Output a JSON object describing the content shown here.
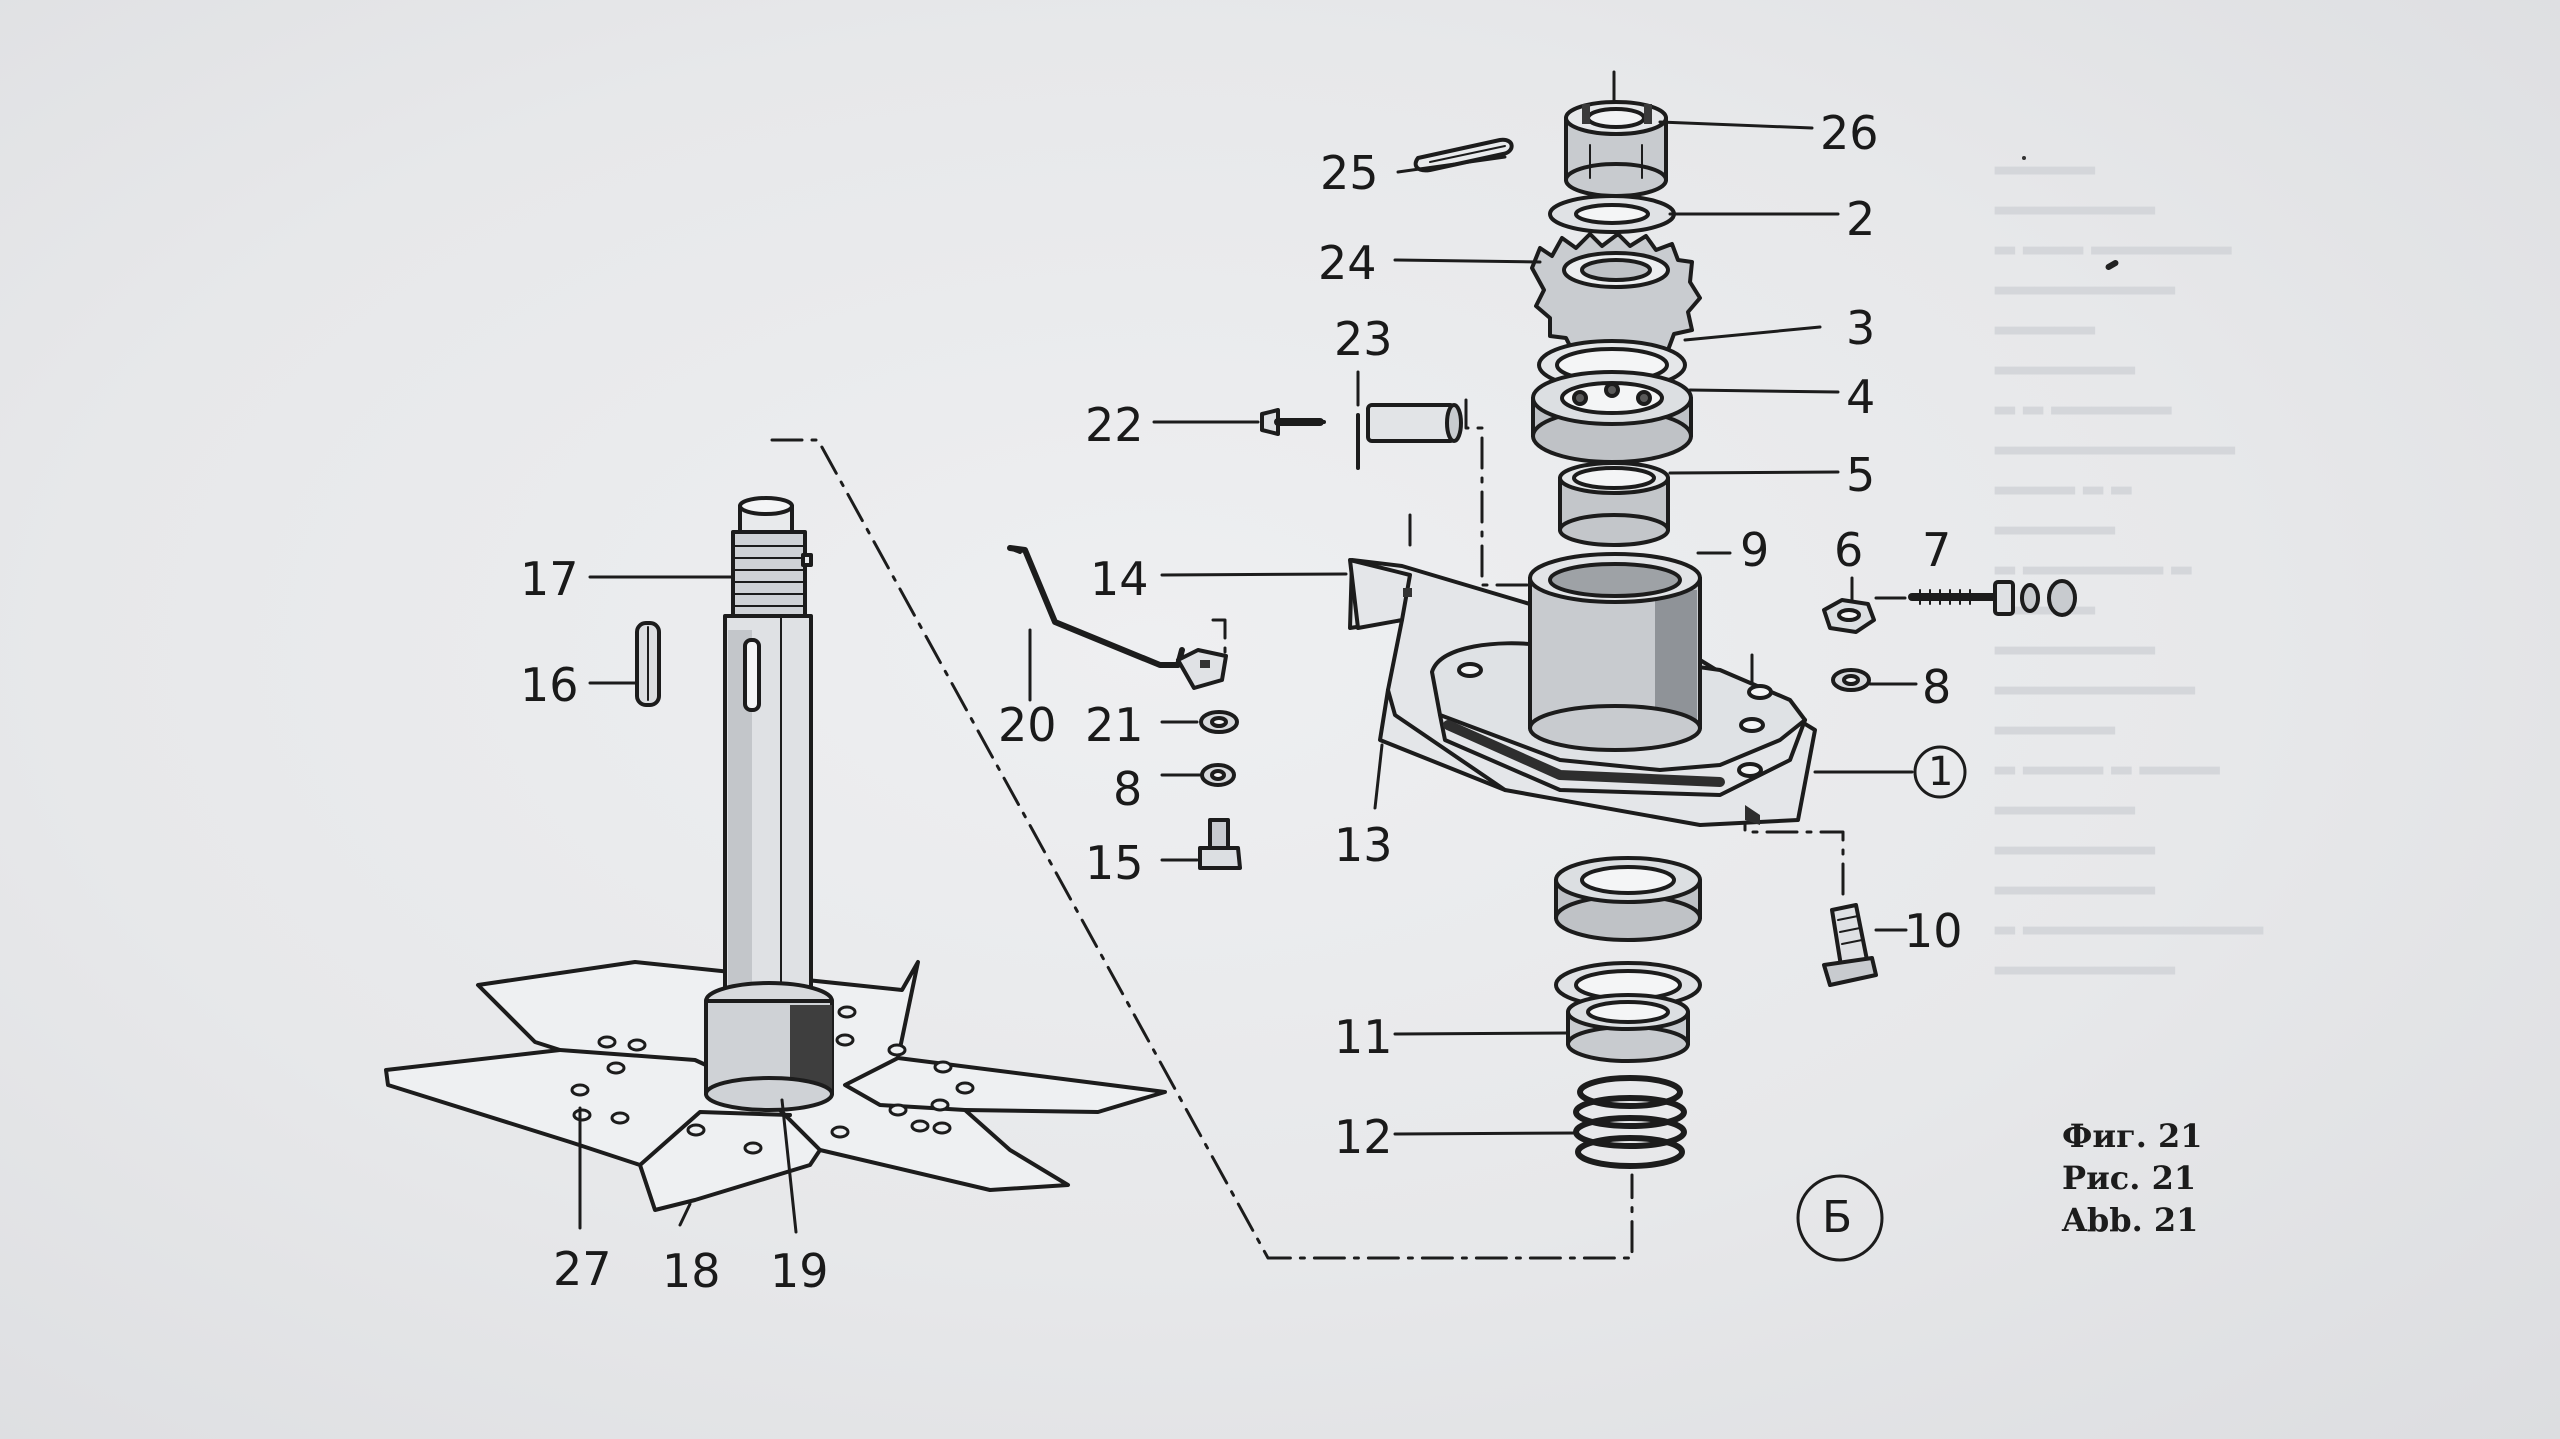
{
  "labels": {
    "l1": "1",
    "l2": "2",
    "l3": "3",
    "l4": "4",
    "l5": "5",
    "l6": "6",
    "l7": "7",
    "l8a": "8",
    "l8b": "8",
    "l9": "9",
    "l10": "10",
    "l11": "11",
    "l12": "12",
    "l13": "13",
    "l14": "14",
    "l15": "15",
    "l16": "16",
    "l17": "17",
    "l18": "18",
    "l19": "19",
    "l20": "20",
    "l21": "21",
    "l22": "22",
    "l23": "23",
    "l24": "24",
    "l25": "25",
    "l26": "26",
    "l27": "27",
    "view_b": "Б"
  },
  "captions": [
    "Фиг. 21",
    "Рис. 21",
    "Abb. 21"
  ]
}
